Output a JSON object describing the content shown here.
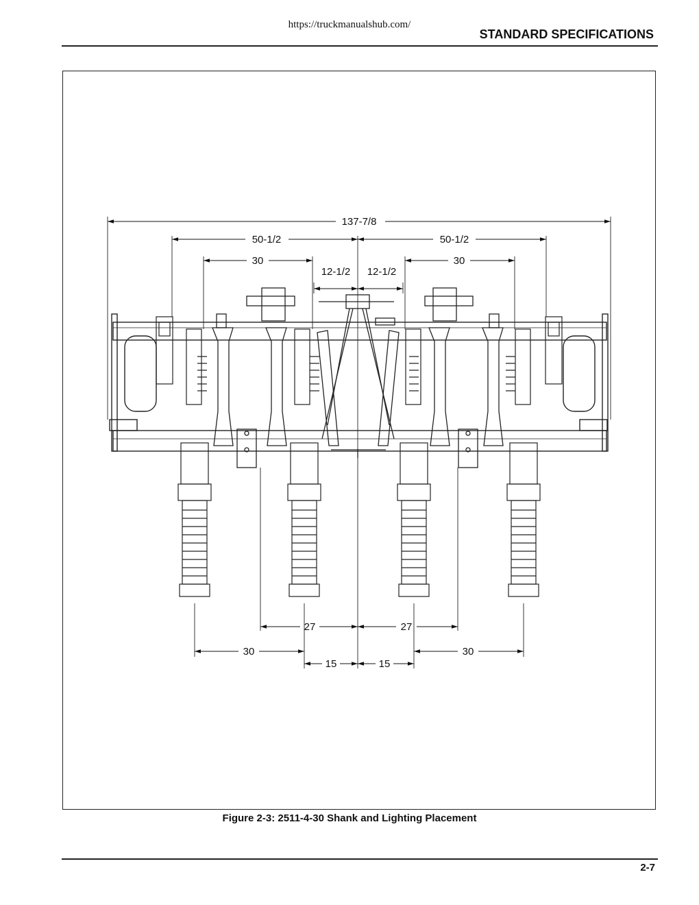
{
  "header": {
    "url": "https://truckmanualshub.com/",
    "section_title": "STANDARD SPECIFICATIONS"
  },
  "figure": {
    "caption": "Figure 2-3:  2511-4-30 Shank and Lighting Placement",
    "dimensions": {
      "overall": "137-7/8",
      "left_half": "50-1/2",
      "right_half": "50-1/2",
      "left_upper_shank": "30",
      "right_upper_shank": "30",
      "left_center": "12-1/2",
      "right_center": "12-1/2",
      "left_light": "27",
      "right_light": "27",
      "left_outer_shank": "30",
      "right_outer_shank": "30",
      "left_inner_shank": "15",
      "right_inner_shank": "15"
    }
  },
  "footer": {
    "page_number": "2-7"
  }
}
